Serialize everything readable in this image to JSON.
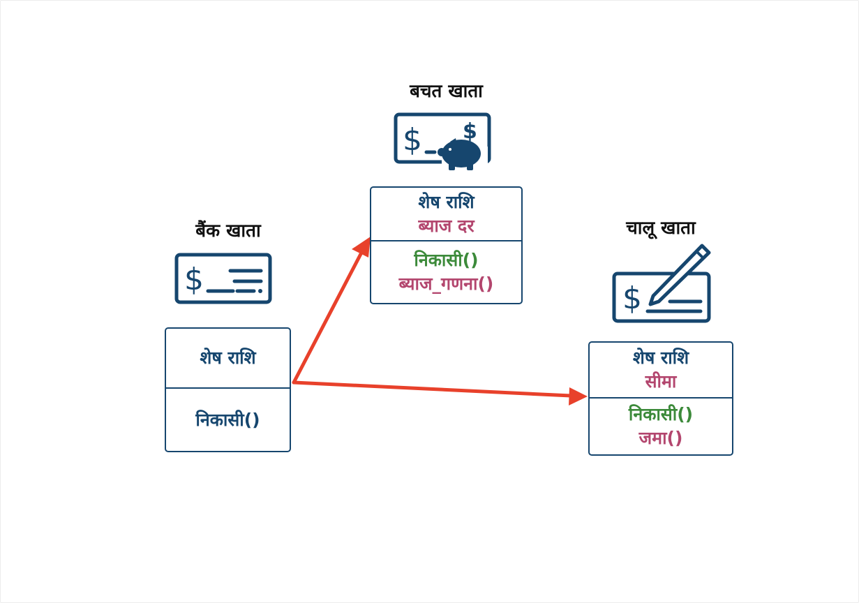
{
  "classes": {
    "bank": {
      "title": "बैंक खाता",
      "attributes": [
        {
          "text": "शेष राशि",
          "color": "#16466e"
        }
      ],
      "methods": [
        {
          "text": "निकासी()",
          "color": "#16466e"
        }
      ]
    },
    "savings": {
      "title": "बचत खाता",
      "attributes": [
        {
          "text": "शेष राशि",
          "color": "#16466e"
        },
        {
          "text": "ब्याज दर",
          "color": "#b3466e"
        }
      ],
      "methods": [
        {
          "text": "निकासी()",
          "color": "#3c8a3a"
        },
        {
          "text": "ब्याज_गणना()",
          "color": "#b3466e"
        }
      ]
    },
    "current": {
      "title": "चालू खाता",
      "attributes": [
        {
          "text": "शेष राशि",
          "color": "#16466e"
        },
        {
          "text": "सीमा",
          "color": "#b3466e"
        }
      ],
      "methods": [
        {
          "text": "निकासी()",
          "color": "#3c8a3a"
        },
        {
          "text": "जमा()",
          "color": "#b3466e"
        }
      ]
    }
  },
  "icons": {
    "bank": "cheque-icon",
    "savings": "piggy-bank-cheque-icon",
    "current": "cheque-pen-icon"
  },
  "colors": {
    "outline": "#16466e",
    "arrow": "#e8412b",
    "inherited_method": "#3c8a3a",
    "new_member": "#b3466e"
  }
}
